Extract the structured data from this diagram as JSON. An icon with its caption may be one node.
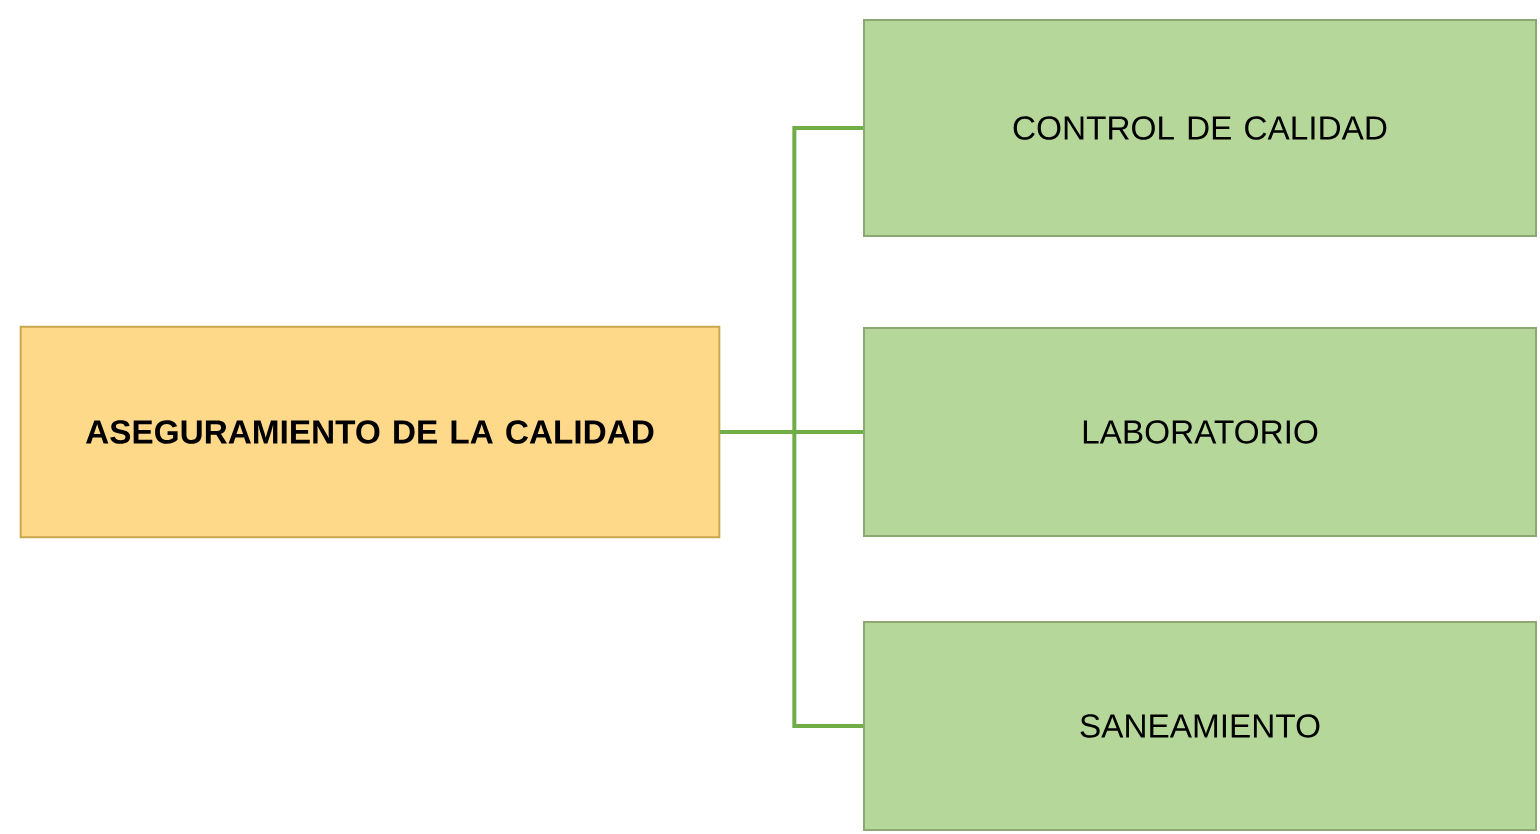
{
  "diagram": {
    "nodes": [
      {
        "text": [
          "ASEGURAMIENTO DE LA CALIDAD"
        ]
      },
      {
        "text": [
          "CONTROL DE CALIDAD"
        ]
      },
      {
        "text": [
          "LABORATORIO"
        ]
      },
      {
        "text": [
          "SANEAMIENTO"
        ]
      }
    ],
    "edges": [
      {
        "from": 0,
        "to": 1,
        "arrow": "none"
      },
      {
        "from": 0,
        "to": 2,
        "arrow": "none"
      },
      {
        "from": 0,
        "to": 3,
        "arrow": "none"
      }
    ]
  }
}
